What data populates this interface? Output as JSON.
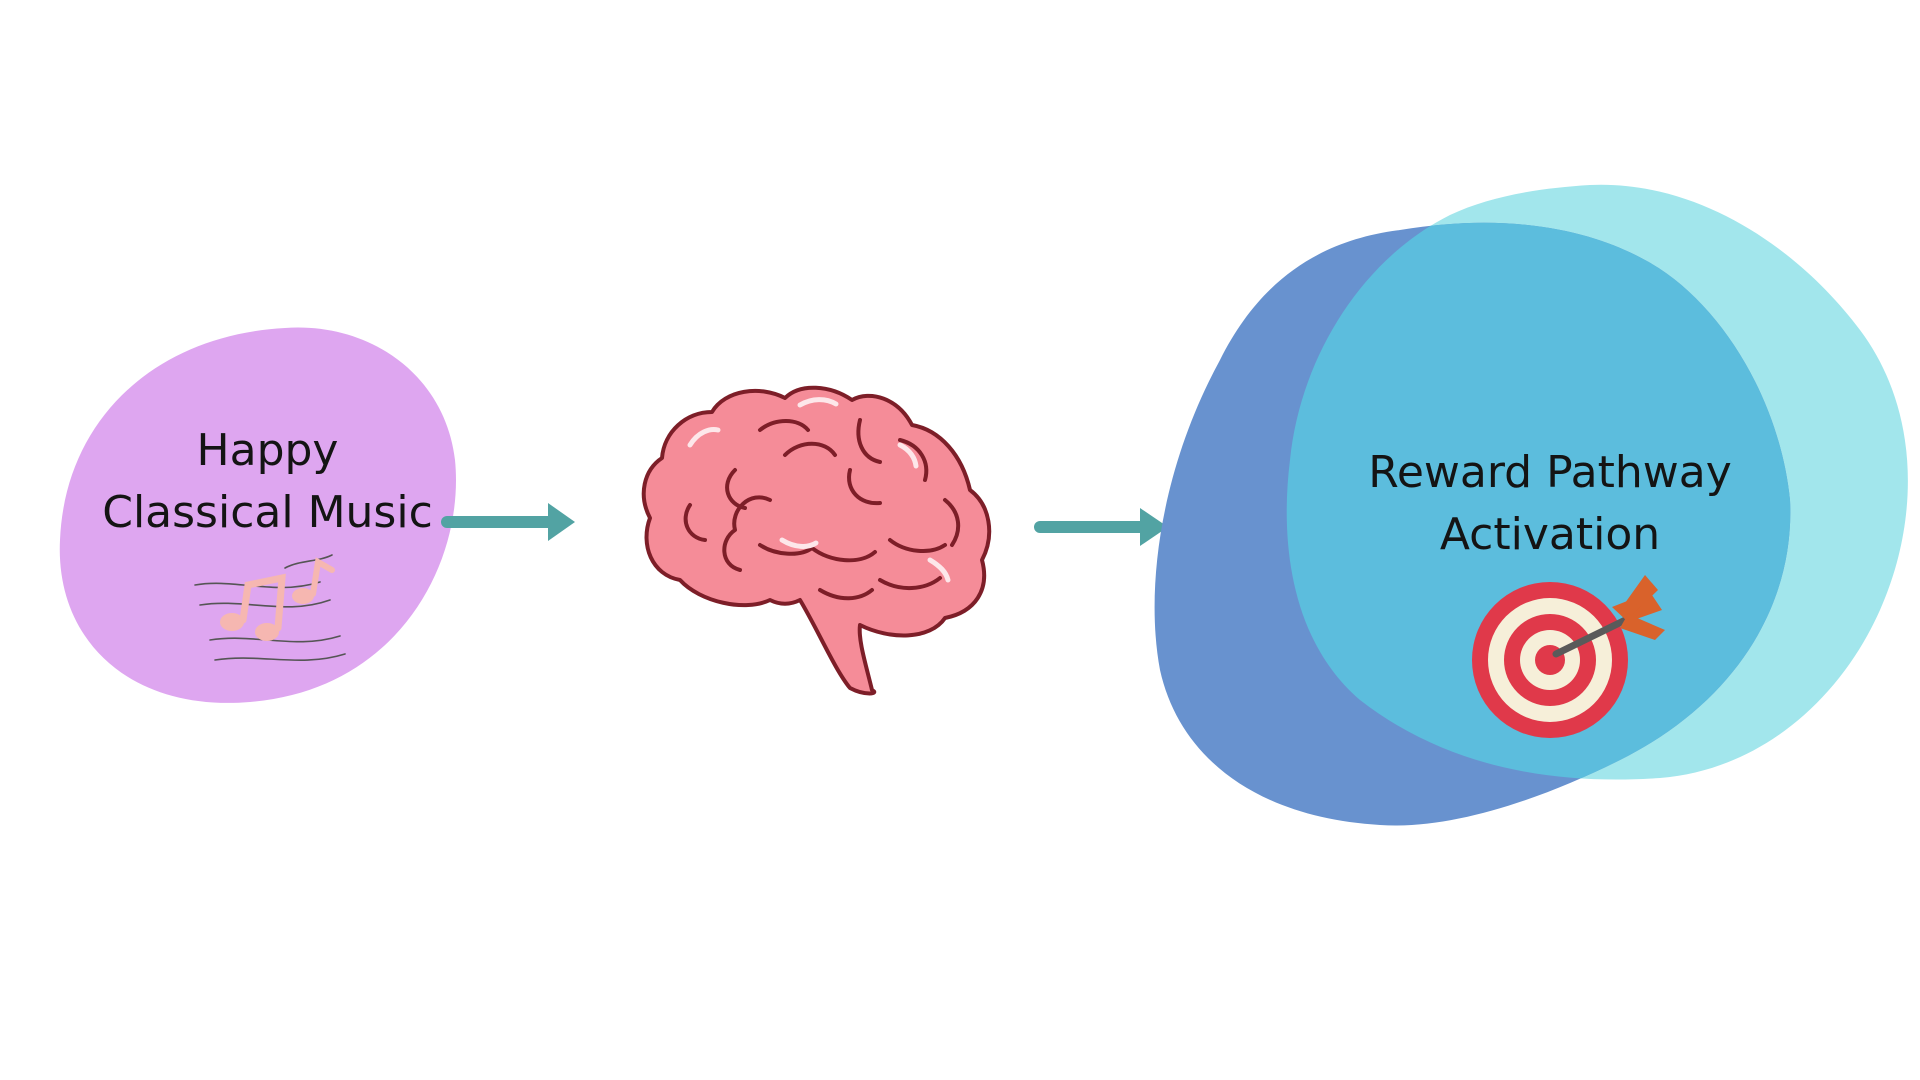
{
  "colors": {
    "music_blob": "#dea6f0",
    "reward_blob_back": "#a2e6ec",
    "reward_blob_front": "#6892cf",
    "reward_blob_overlap": "#5cbddd",
    "arrow": "#52a3a3",
    "brain_fill": "#f58c98",
    "brain_outline": "#7d1e28",
    "note_color": "#f6b7b1",
    "target_red": "#e0394a",
    "target_cream": "#f6efd9",
    "dart_orange": "#d9622b"
  },
  "nodes": {
    "music": {
      "line1": "Happy",
      "line2": "Classical Music",
      "icon": "music-notes-icon"
    },
    "brain": {
      "icon": "brain-icon"
    },
    "reward": {
      "line1": "Reward Pathway",
      "line2": "Activation",
      "icon": "target-dart-icon"
    }
  },
  "edges": [
    {
      "from": "music",
      "to": "brain"
    },
    {
      "from": "brain",
      "to": "reward"
    }
  ]
}
